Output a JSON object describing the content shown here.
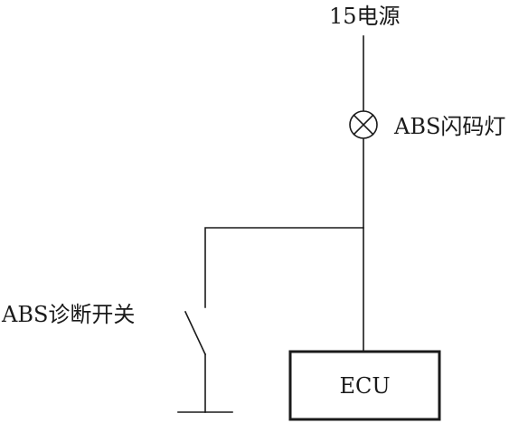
{
  "labels": {
    "power_source": "15电源",
    "warning_lamp": "ABS闪码灯",
    "diagnostic_switch": "ABS诊断开关",
    "ecu": "ECU"
  }
}
